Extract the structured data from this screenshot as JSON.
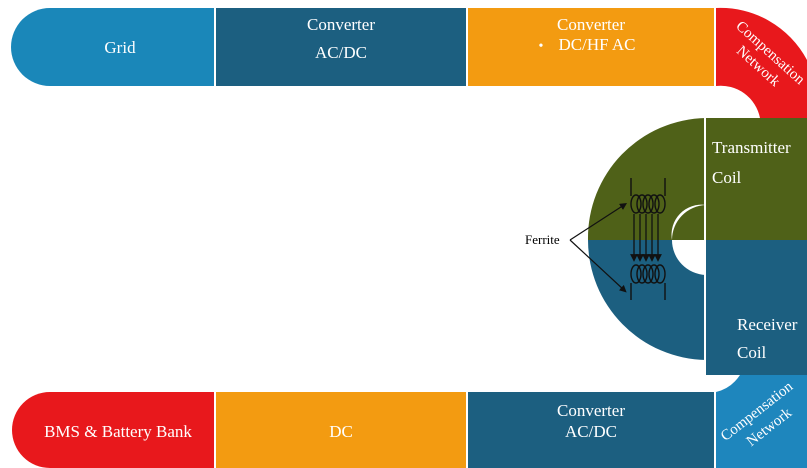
{
  "colors": {
    "grid_blue": "#1a87b9",
    "converter_teal": "#1c5f80",
    "orange": "#f39b11",
    "red": "#e8181c",
    "olive": "#4f6118",
    "light_blue": "#1e86bd",
    "arrow_black": "#111111"
  },
  "top_row": {
    "grid": "Grid",
    "converter1_line1": "Converter",
    "converter1_line2": "AC/DC",
    "converter2_line1": "Converter",
    "converter2_line2": "DC/HF AC",
    "converter2_bullet": "•",
    "comp_network_line1": "Compensation",
    "comp_network_line2": "Network"
  },
  "middle": {
    "transmitter_line1": "Transmitter",
    "transmitter_line2": "Coil",
    "receiver_line1": "Receiver",
    "receiver_line2": "Coil",
    "ferrite": "Ferrite"
  },
  "bottom_row": {
    "bms": "BMS & Battery Bank",
    "dc": "DC",
    "converter_line1": "Converter",
    "converter_line2": "AC/DC",
    "comp_network_line1": "Compensation",
    "comp_network_line2": "Network"
  }
}
